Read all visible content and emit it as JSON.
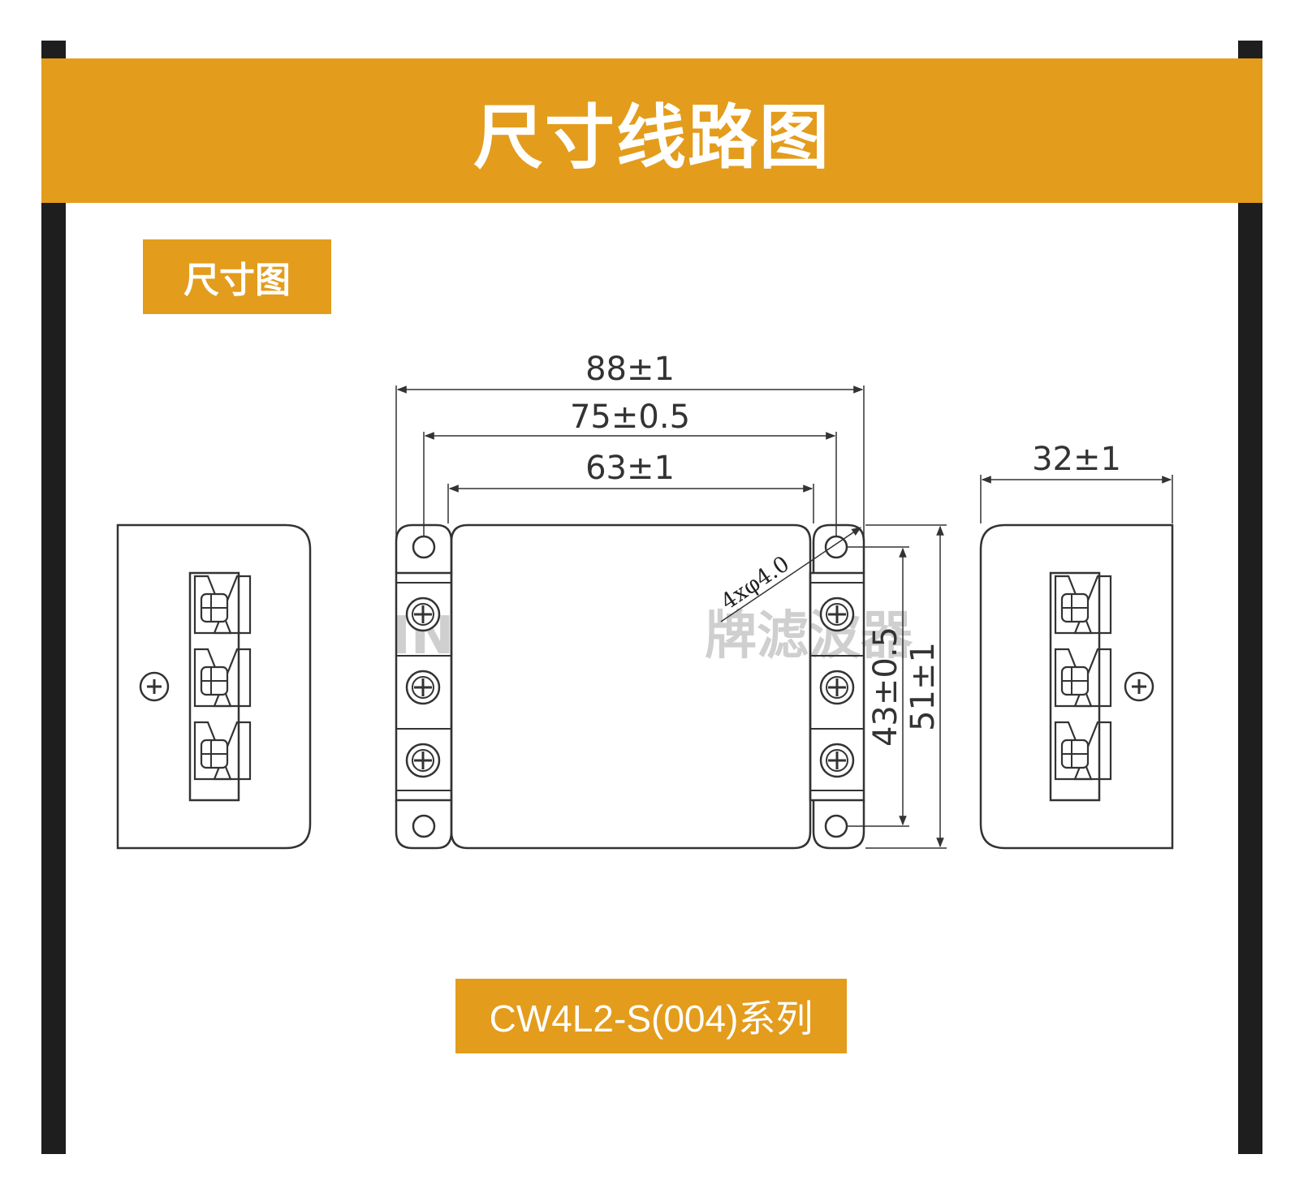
{
  "header": {
    "title": "尺寸线路图"
  },
  "section": {
    "label": "尺寸图"
  },
  "model": {
    "label": "CW4L2-S(004)系列"
  },
  "dimensions": {
    "overall_length": "88±1",
    "mount_hole_spacing_x": "75±0.5",
    "body_length": "63±1",
    "side_width": "32±1",
    "mount_hole_spacing_y": "43±0.5",
    "overall_height": "51±1",
    "mount_holes": "4xφ4.0"
  },
  "watermark": {
    "left": "IN",
    "right": "牌滤波器"
  },
  "colors": {
    "accent": "#e39c1c",
    "side_bar": "#1e1e1e",
    "line": "#333333",
    "background": "#ffffff"
  }
}
